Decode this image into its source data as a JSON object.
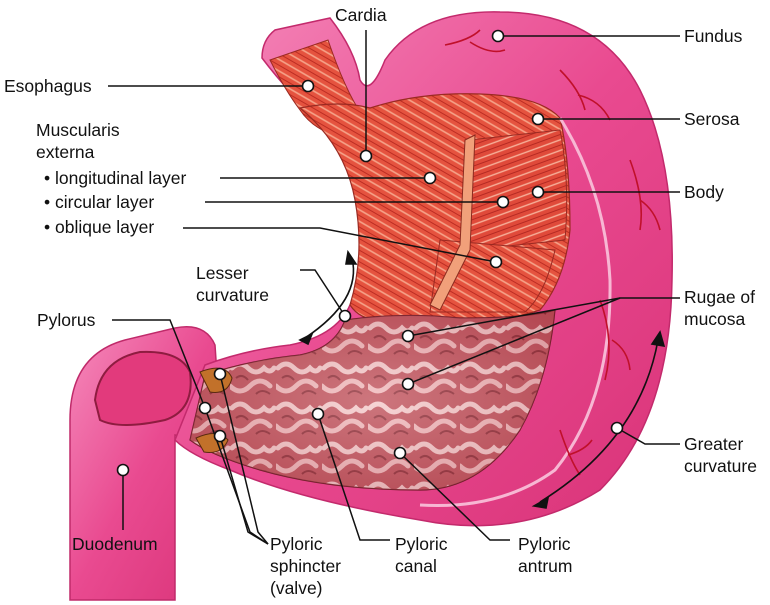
{
  "labels": {
    "cardia": "Cardia",
    "fundus": "Fundus",
    "esophagus": "Esophagus",
    "serosa": "Serosa",
    "muscularis_line1": "Muscularis",
    "muscularis_line2": "externa",
    "longitudinal": "• longitudinal layer",
    "circular": "• circular layer",
    "oblique": "• oblique layer",
    "body": "Body",
    "lesser_line1": "Lesser",
    "lesser_line2": "curvature",
    "rugae_line1": "Rugae of",
    "rugae_line2": "mucosa",
    "pylorus": "Pylorus",
    "greater_line1": "Greater",
    "greater_line2": "curvature",
    "duodenum": "Duodenum",
    "sphincter_line1": "Pyloric",
    "sphincter_line2": "sphincter",
    "sphincter_line3": "(valve)",
    "canal_line1": "Pyloric",
    "canal_line2": "canal",
    "antrum_line1": "Pyloric",
    "antrum_line2": "antrum"
  },
  "colors": {
    "outer_pink": "#ea4f95",
    "inner_muscle": "#e2483c",
    "mucosa": "#c8606a",
    "leader": "#111111"
  }
}
